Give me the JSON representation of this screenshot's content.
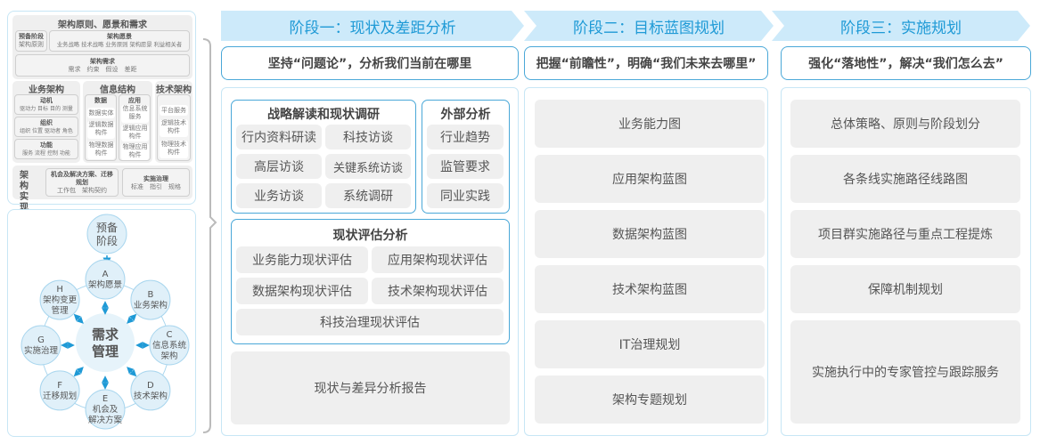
{
  "left_top": {
    "title": "架构原则、愿景和需求",
    "prelim": {
      "title": "预备阶段",
      "text": "架构原则"
    },
    "vision": {
      "title": "架构愿景",
      "text": "业务战略 技术战略 业务原则 架构愿景 利益相关者"
    },
    "requirements": {
      "title": "架构需求",
      "text": "需求　约束　假设　差距"
    },
    "business": {
      "title": "业务架构",
      "boxes": [
        {
          "title": "动机",
          "text": "驱动力 目标 目的 测量"
        },
        {
          "title": "组织",
          "text": "组织 位置 驱动者 角色"
        },
        {
          "title": "功能",
          "text": "服务 流程 控制 功能"
        }
      ]
    },
    "info": {
      "title": "信息结构",
      "data": {
        "title": "数据",
        "items": [
          "数据实体",
          "逻辑数据构件",
          "物理数据构件"
        ]
      },
      "app": {
        "title": "应用",
        "items": [
          "信息系统服务",
          "逻辑应用构件",
          "物理应用构件"
        ]
      }
    },
    "tech": {
      "title": "技术架构",
      "items": [
        "平台服务",
        "逻辑技术构件",
        "物理技术构件"
      ]
    },
    "impl": {
      "title": "架构实现",
      "opp": {
        "title": "机会及解决方案、迁移规划",
        "text": "工作包　架构契约"
      },
      "gov": {
        "title": "实施治理",
        "text": "标准　指引　规格"
      }
    }
  },
  "cycle": {
    "center": [
      "需求",
      "管理"
    ],
    "prelim": [
      "预备",
      "阶段"
    ],
    "nodes": [
      {
        "letter": "A",
        "lines": [
          "架构愿景"
        ]
      },
      {
        "letter": "B",
        "lines": [
          "业务架构"
        ]
      },
      {
        "letter": "C",
        "lines": [
          "信息系统",
          "架构"
        ]
      },
      {
        "letter": "D",
        "lines": [
          "技术架构"
        ]
      },
      {
        "letter": "E",
        "lines": [
          "机会及",
          "解决方案"
        ]
      },
      {
        "letter": "F",
        "lines": [
          "迁移规划"
        ]
      },
      {
        "letter": "G",
        "lines": [
          "实施治理"
        ]
      },
      {
        "letter": "H",
        "lines": [
          "架构变更",
          "管理"
        ]
      }
    ]
  },
  "stages": [
    {
      "title": "阶段一：现状及差距分析",
      "subtitle": "坚持“问题论”，分析我们当前在哪里"
    },
    {
      "title": "阶段二：目标蓝图规划",
      "subtitle": "把握“前瞻性”，明确“我们未来去哪里”"
    },
    {
      "title": "阶段三：实施规划",
      "subtitle": "强化“落地性”，解决“我们怎么去”"
    }
  ],
  "stage1": {
    "research": {
      "title": "战略解读和现状调研",
      "items": [
        "行内资料研读",
        "科技访谈",
        "高层访谈",
        "关键系统访谈",
        "业务访谈",
        "系统调研"
      ]
    },
    "external": {
      "title": "外部分析",
      "items": [
        "行业趋势",
        "监管要求",
        "同业实践"
      ]
    },
    "assessment": {
      "title": "现状评估分析",
      "items": [
        "业务能力现状评估",
        "应用架构现状评估",
        "数据架构现状评估",
        "技术架构现状评估",
        "科技治理现状评估"
      ]
    },
    "report": "现状与差异分析报告"
  },
  "stage2": {
    "items": [
      "业务能力图",
      "应用架构蓝图",
      "数据架构蓝图",
      "技术架构蓝图",
      "IT治理规划",
      "架构专题规划"
    ]
  },
  "stage3": {
    "items": [
      "总体策略、原则与阶段划分",
      "各条线实施路径线路图",
      "项目群实施路径与重点工程提炼",
      "保障机制规划",
      "实施执行中的专家管控与跟踪服务"
    ]
  },
  "colors": {
    "accent": "#1f9ad6",
    "stage_bg": "#cdeafa",
    "border": "#4aa8d8",
    "item_bg": "#efefef"
  }
}
